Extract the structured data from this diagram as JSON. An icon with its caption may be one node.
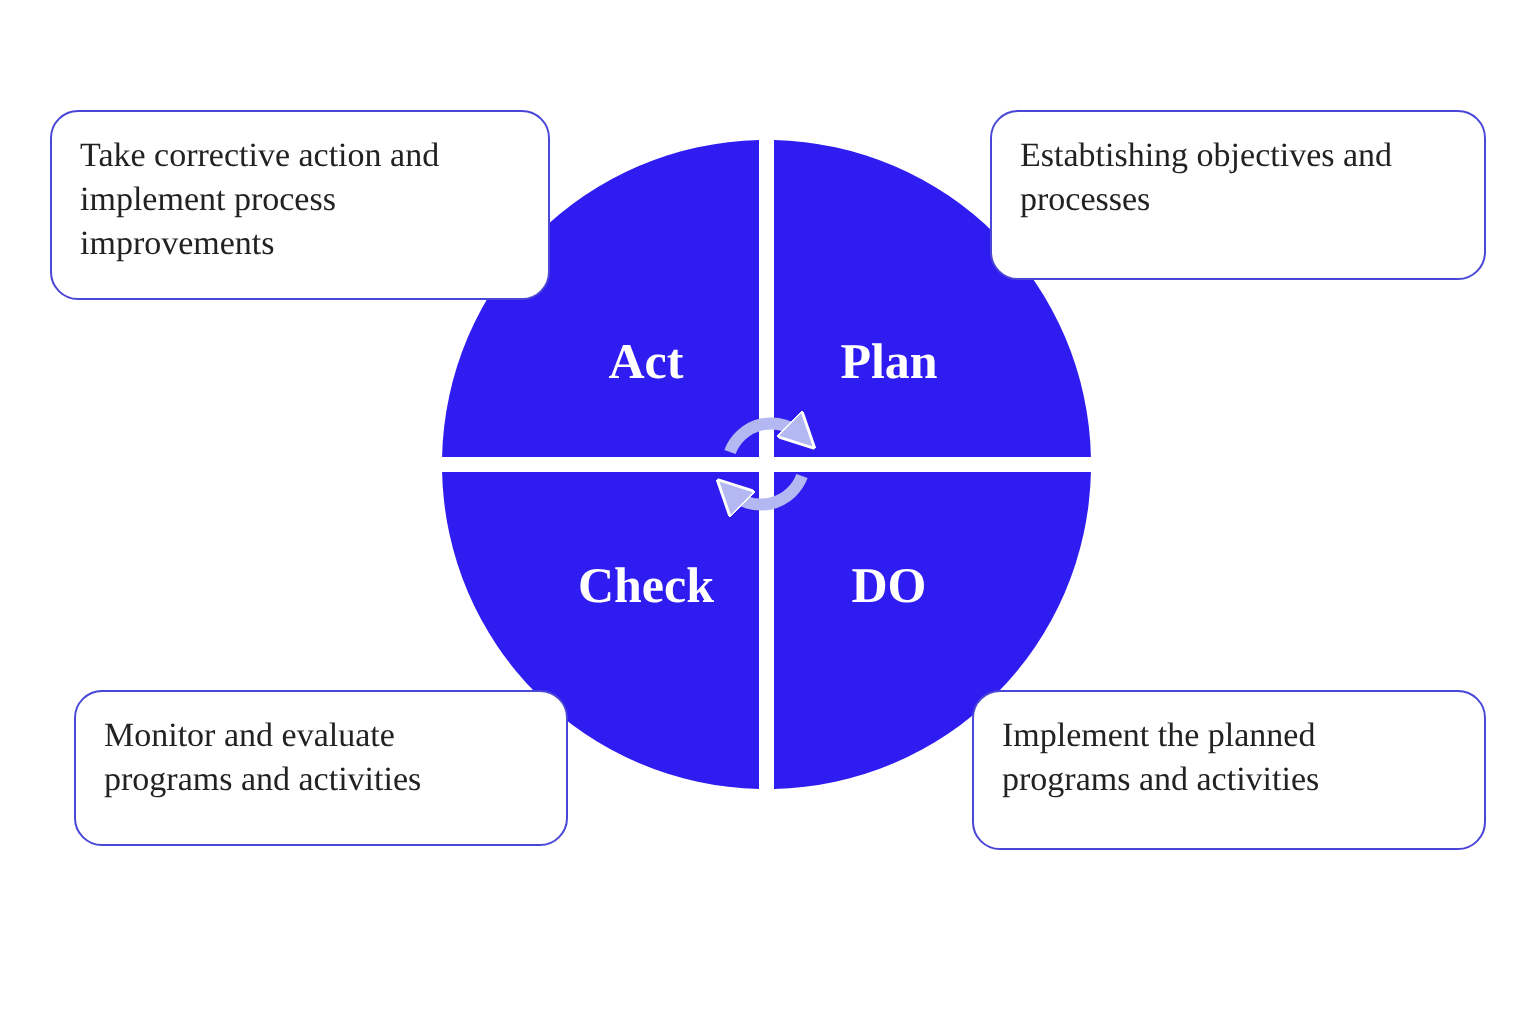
{
  "diagram": {
    "nodes": [
      {
        "text": [
          "Take corrective action and implement process improvements"
        ]
      },
      {
        "text": [
          "Estabtishing objectives and processes"
        ]
      },
      {
        "text": [
          "Act"
        ]
      },
      {
        "text": [
          "Plan"
        ]
      },
      {
        "text": [
          "Check"
        ]
      },
      {
        "text": [
          "DO"
        ]
      },
      {
        "text": [
          "Monitor and evaluate programs and activities"
        ]
      },
      {
        "text": [
          "Implement the planned programs and activities"
        ]
      }
    ],
    "edges": [
      {
        "from": 2,
        "to": 3,
        "arrow": "to"
      },
      {
        "from": 5,
        "to": 4,
        "arrow": "to"
      }
    ]
  }
}
